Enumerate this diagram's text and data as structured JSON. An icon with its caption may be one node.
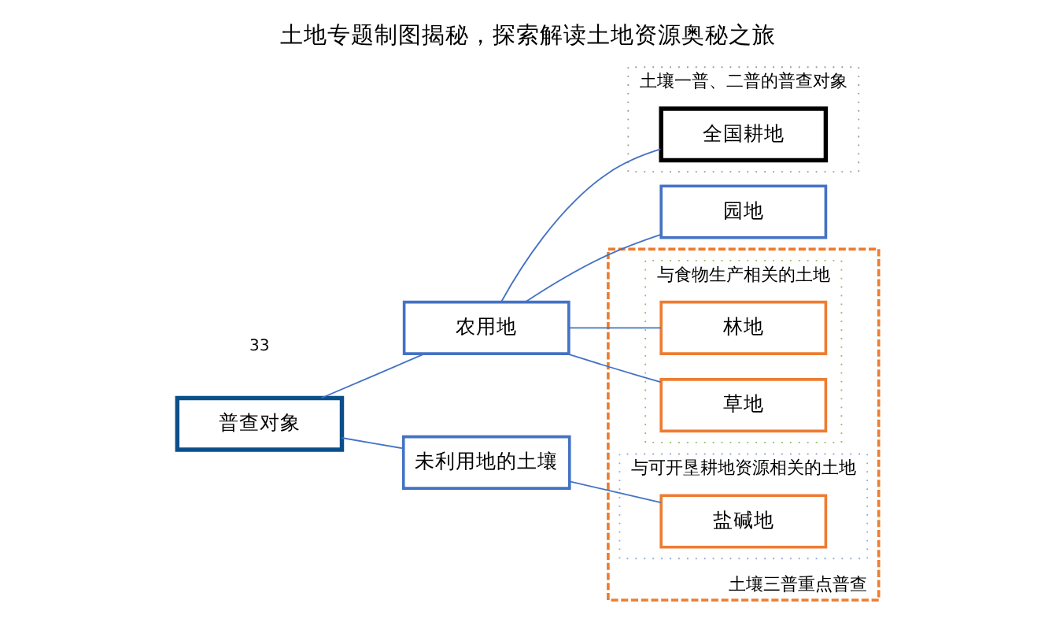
{
  "diagram": {
    "title": "土地专题制图揭秘，探索解读土地资源奥秘之旅",
    "nodes": [
      {
        "text": [
          "普查对象"
        ]
      },
      {
        "text": [
          "农用地"
        ]
      },
      {
        "text": [
          "未利用地的土壤"
        ]
      },
      {
        "text": [
          "土壤一普、二普的普查对象"
        ]
      },
      {
        "text": [
          "全国耕地"
        ],
        "in": 3
      },
      {
        "text": [
          "园地"
        ]
      },
      {
        "text": [
          "土壤三普重点普查"
        ]
      },
      {
        "text": [
          "与食物生产相关的土地"
        ],
        "in": 6
      },
      {
        "text": [
          "林地"
        ],
        "in": 7
      },
      {
        "text": [
          "草地"
        ],
        "in": 7
      },
      {
        "text": [
          "与可开垦耕地资源相关的土地"
        ],
        "in": 6
      },
      {
        "text": [
          "盐碱地"
        ],
        "in": 10
      }
    ],
    "edges": [
      {
        "from": 0,
        "to": 1,
        "arrow": "none"
      },
      {
        "from": 0,
        "to": 2,
        "arrow": "none"
      },
      {
        "from": 1,
        "to": 4,
        "arrow": "none"
      },
      {
        "from": 1,
        "to": 5,
        "arrow": "none"
      },
      {
        "from": 1,
        "to": 8,
        "arrow": "none"
      },
      {
        "from": 1,
        "to": 9,
        "arrow": "none"
      },
      {
        "from": 2,
        "to": 11,
        "arrow": "none"
      }
    ],
    "labels": [
      "33"
    ]
  }
}
